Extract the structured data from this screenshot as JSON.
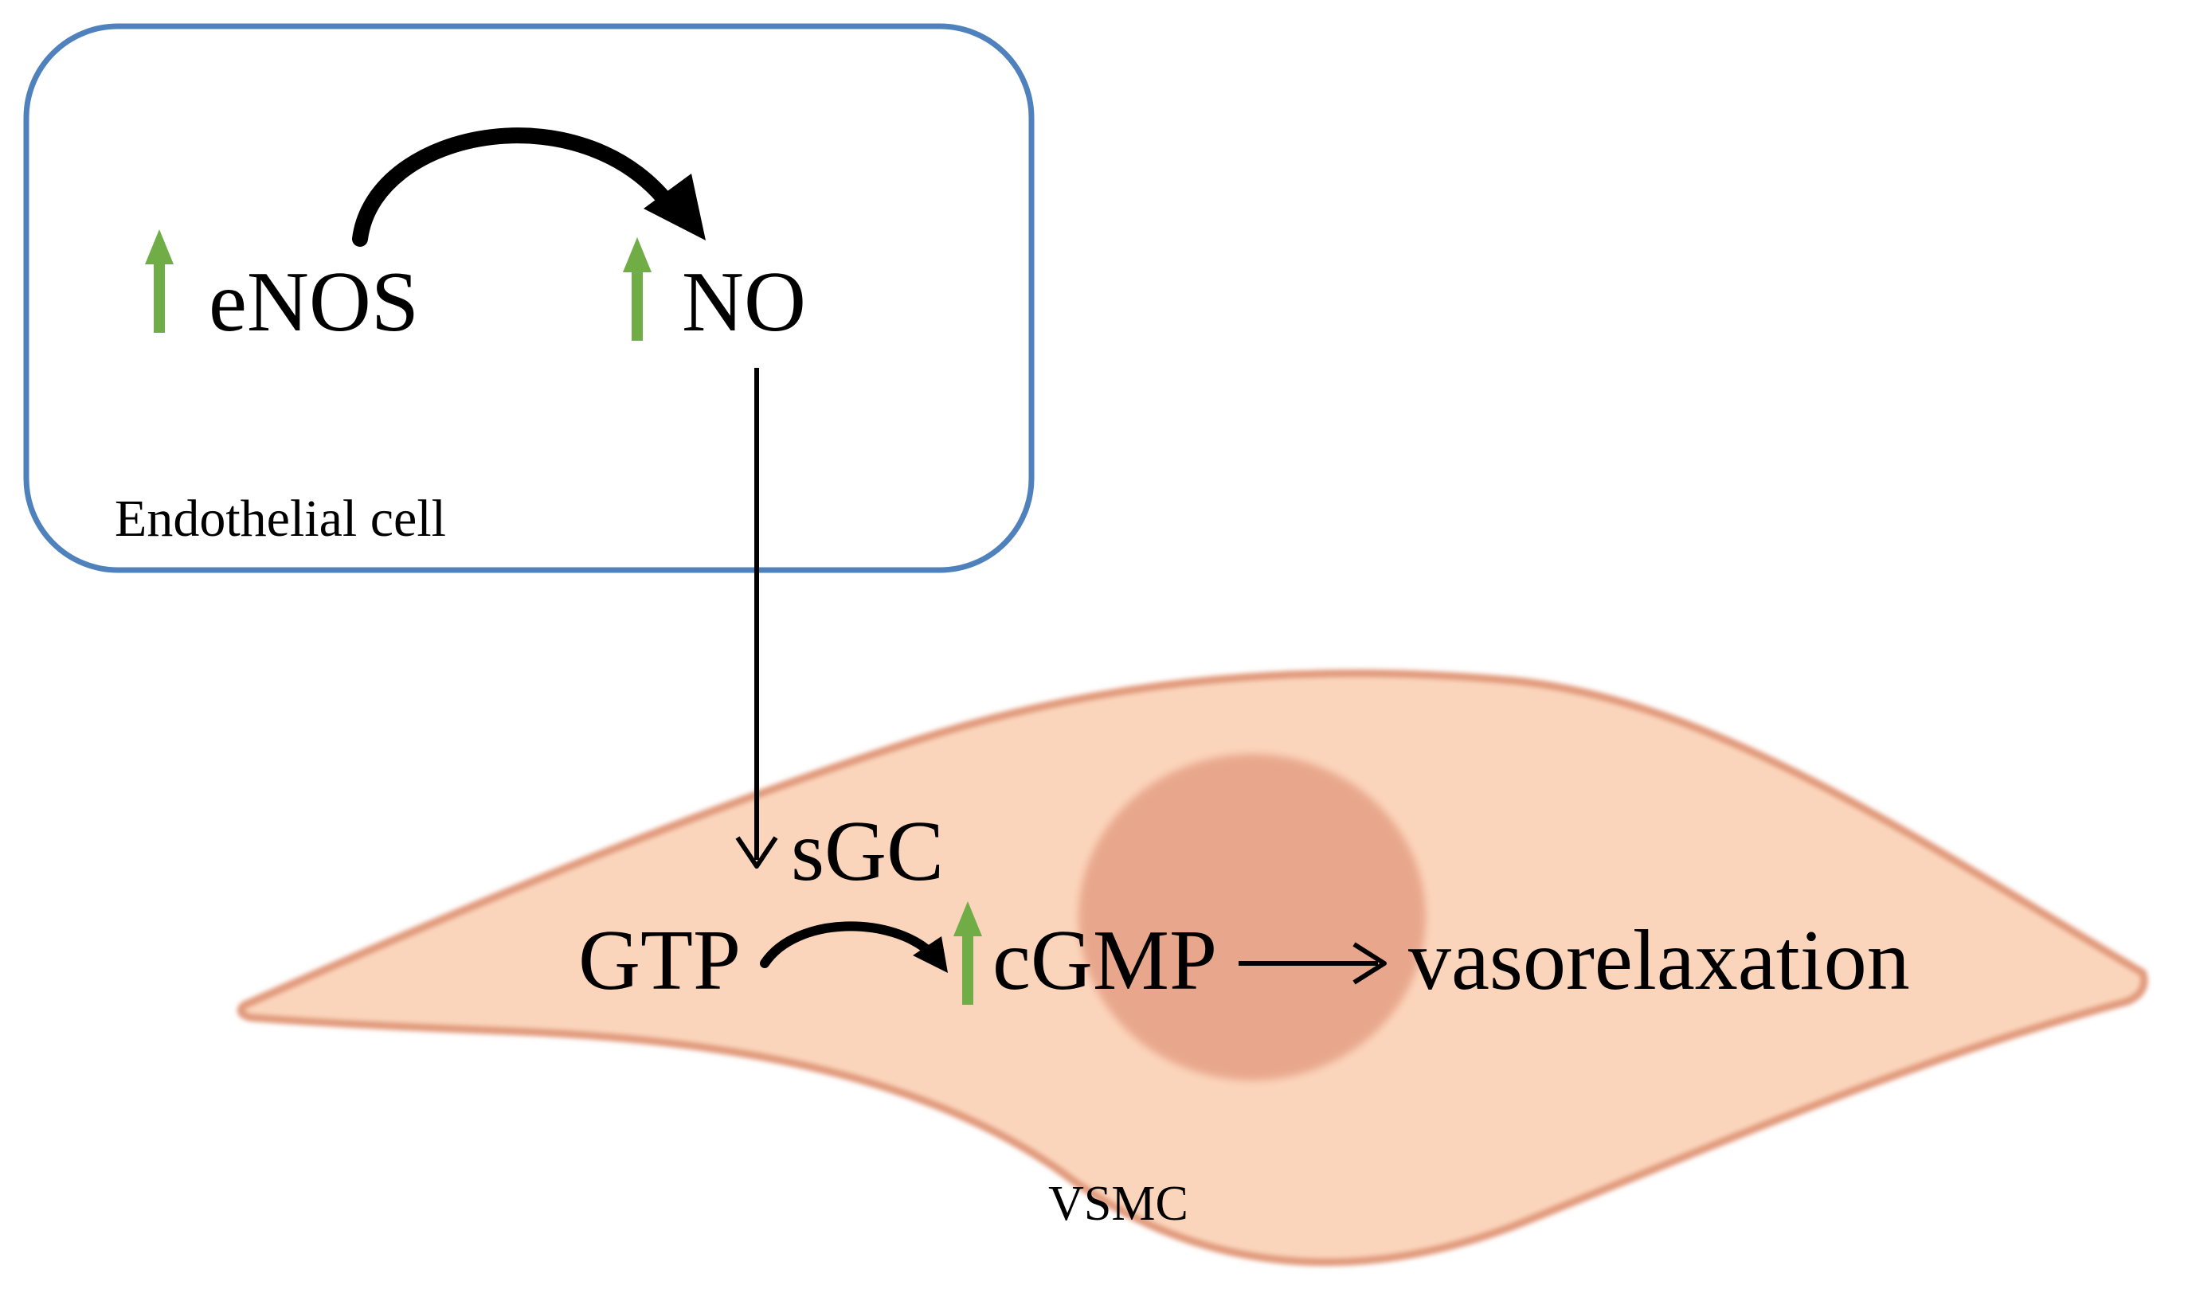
{
  "endothelial": {
    "label": "Endothelial cell",
    "enos": "eNOS",
    "no": "NO"
  },
  "vsmc": {
    "label": "VSMC",
    "sgc": "sGC",
    "gtp": "GTP",
    "cgmp": "cGMP",
    "outcome": "vasorelaxation"
  },
  "colors": {
    "endothelial_border": "#4f81bd",
    "vsmc_fill": "#fbd5bb",
    "vsmc_border": "#e19a7c",
    "nucleus": "#e8a78d",
    "increase_arrow": "#70ad47",
    "text": "#000000"
  }
}
